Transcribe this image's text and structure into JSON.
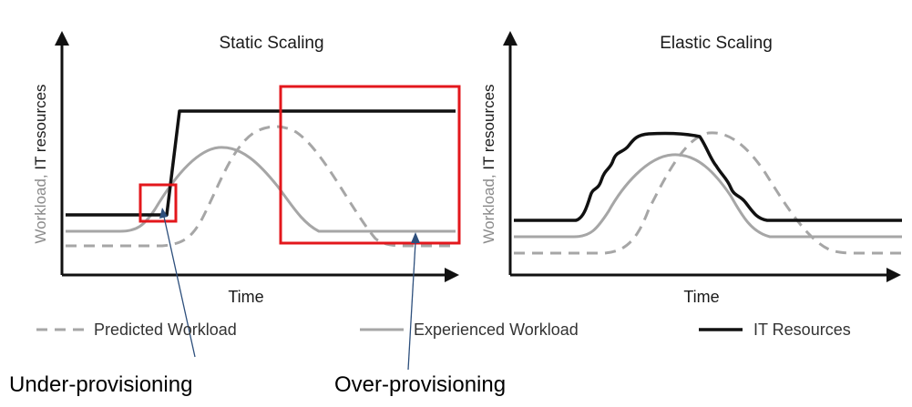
{
  "colors": {
    "predicted": "#a6a6a6",
    "experienced": "#a6a6a6",
    "resources": "#111111",
    "highlight": "#e3171c",
    "pointer": "#2d4f7c",
    "axis": "#111111"
  },
  "panels": [
    {
      "id": "static",
      "title": "Static Scaling",
      "ylabel_prefix": "Workload, ",
      "ylabel_suffix": "IT resources",
      "xlabel": "Time"
    },
    {
      "id": "elastic",
      "title": "Elastic Scaling",
      "ylabel_prefix": "Workload, ",
      "ylabel_suffix": "IT resources",
      "xlabel": "Time"
    }
  ],
  "legend": {
    "predicted": "Predicted Workload",
    "experienced": "Experienced Workload",
    "resources": "IT Resources"
  },
  "annotations": {
    "under": "Under-provisioning",
    "over": "Over-provisioning"
  }
}
